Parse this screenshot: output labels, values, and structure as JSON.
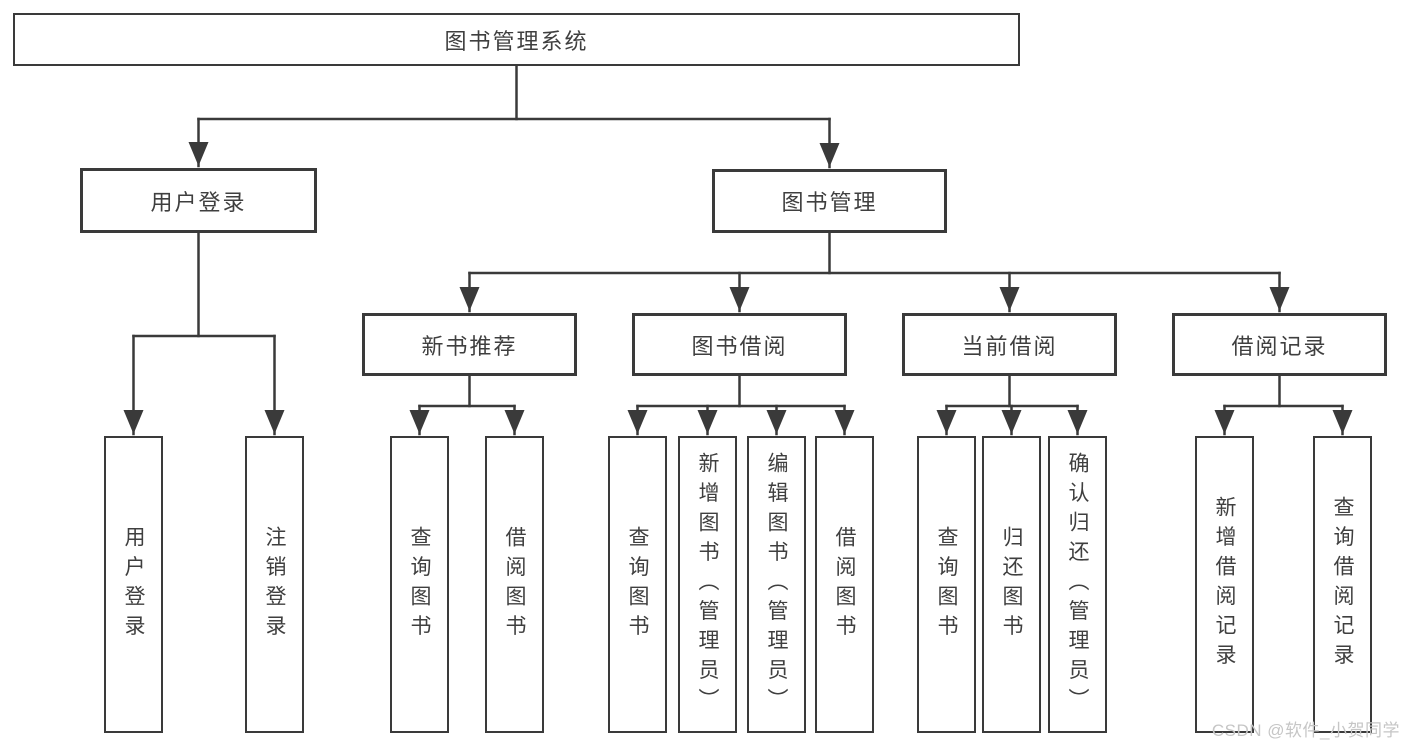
{
  "root": "图书管理系统",
  "level2": {
    "user_login": "用户登录",
    "book_mgmt": "图书管理"
  },
  "level3": {
    "new_books": "新书推荐",
    "book_borrow": "图书借阅",
    "current_borrow": "当前借阅",
    "borrow_records": "借阅记录"
  },
  "leaves": {
    "user_login": [
      "用户登录",
      "注销登录"
    ],
    "new_books": [
      "查询图书",
      "借阅图书"
    ],
    "book_borrow": [
      "查询图书",
      "新增图书（管理员）",
      "编辑图书（管理员）",
      "借阅图书"
    ],
    "current_borrow": [
      "查询图书",
      "归还图书",
      "确认归还（管理员）"
    ],
    "borrow_records": [
      "新增借阅记录",
      "查询借阅记录"
    ]
  },
  "watermark": "CSDN @软件_小贺同学",
  "colors": {
    "line": "#3a3a3a",
    "border": "#3a3a3a",
    "text": "#3f3f3f",
    "background": "#ffffff",
    "watermark": "#c6c6c6"
  }
}
